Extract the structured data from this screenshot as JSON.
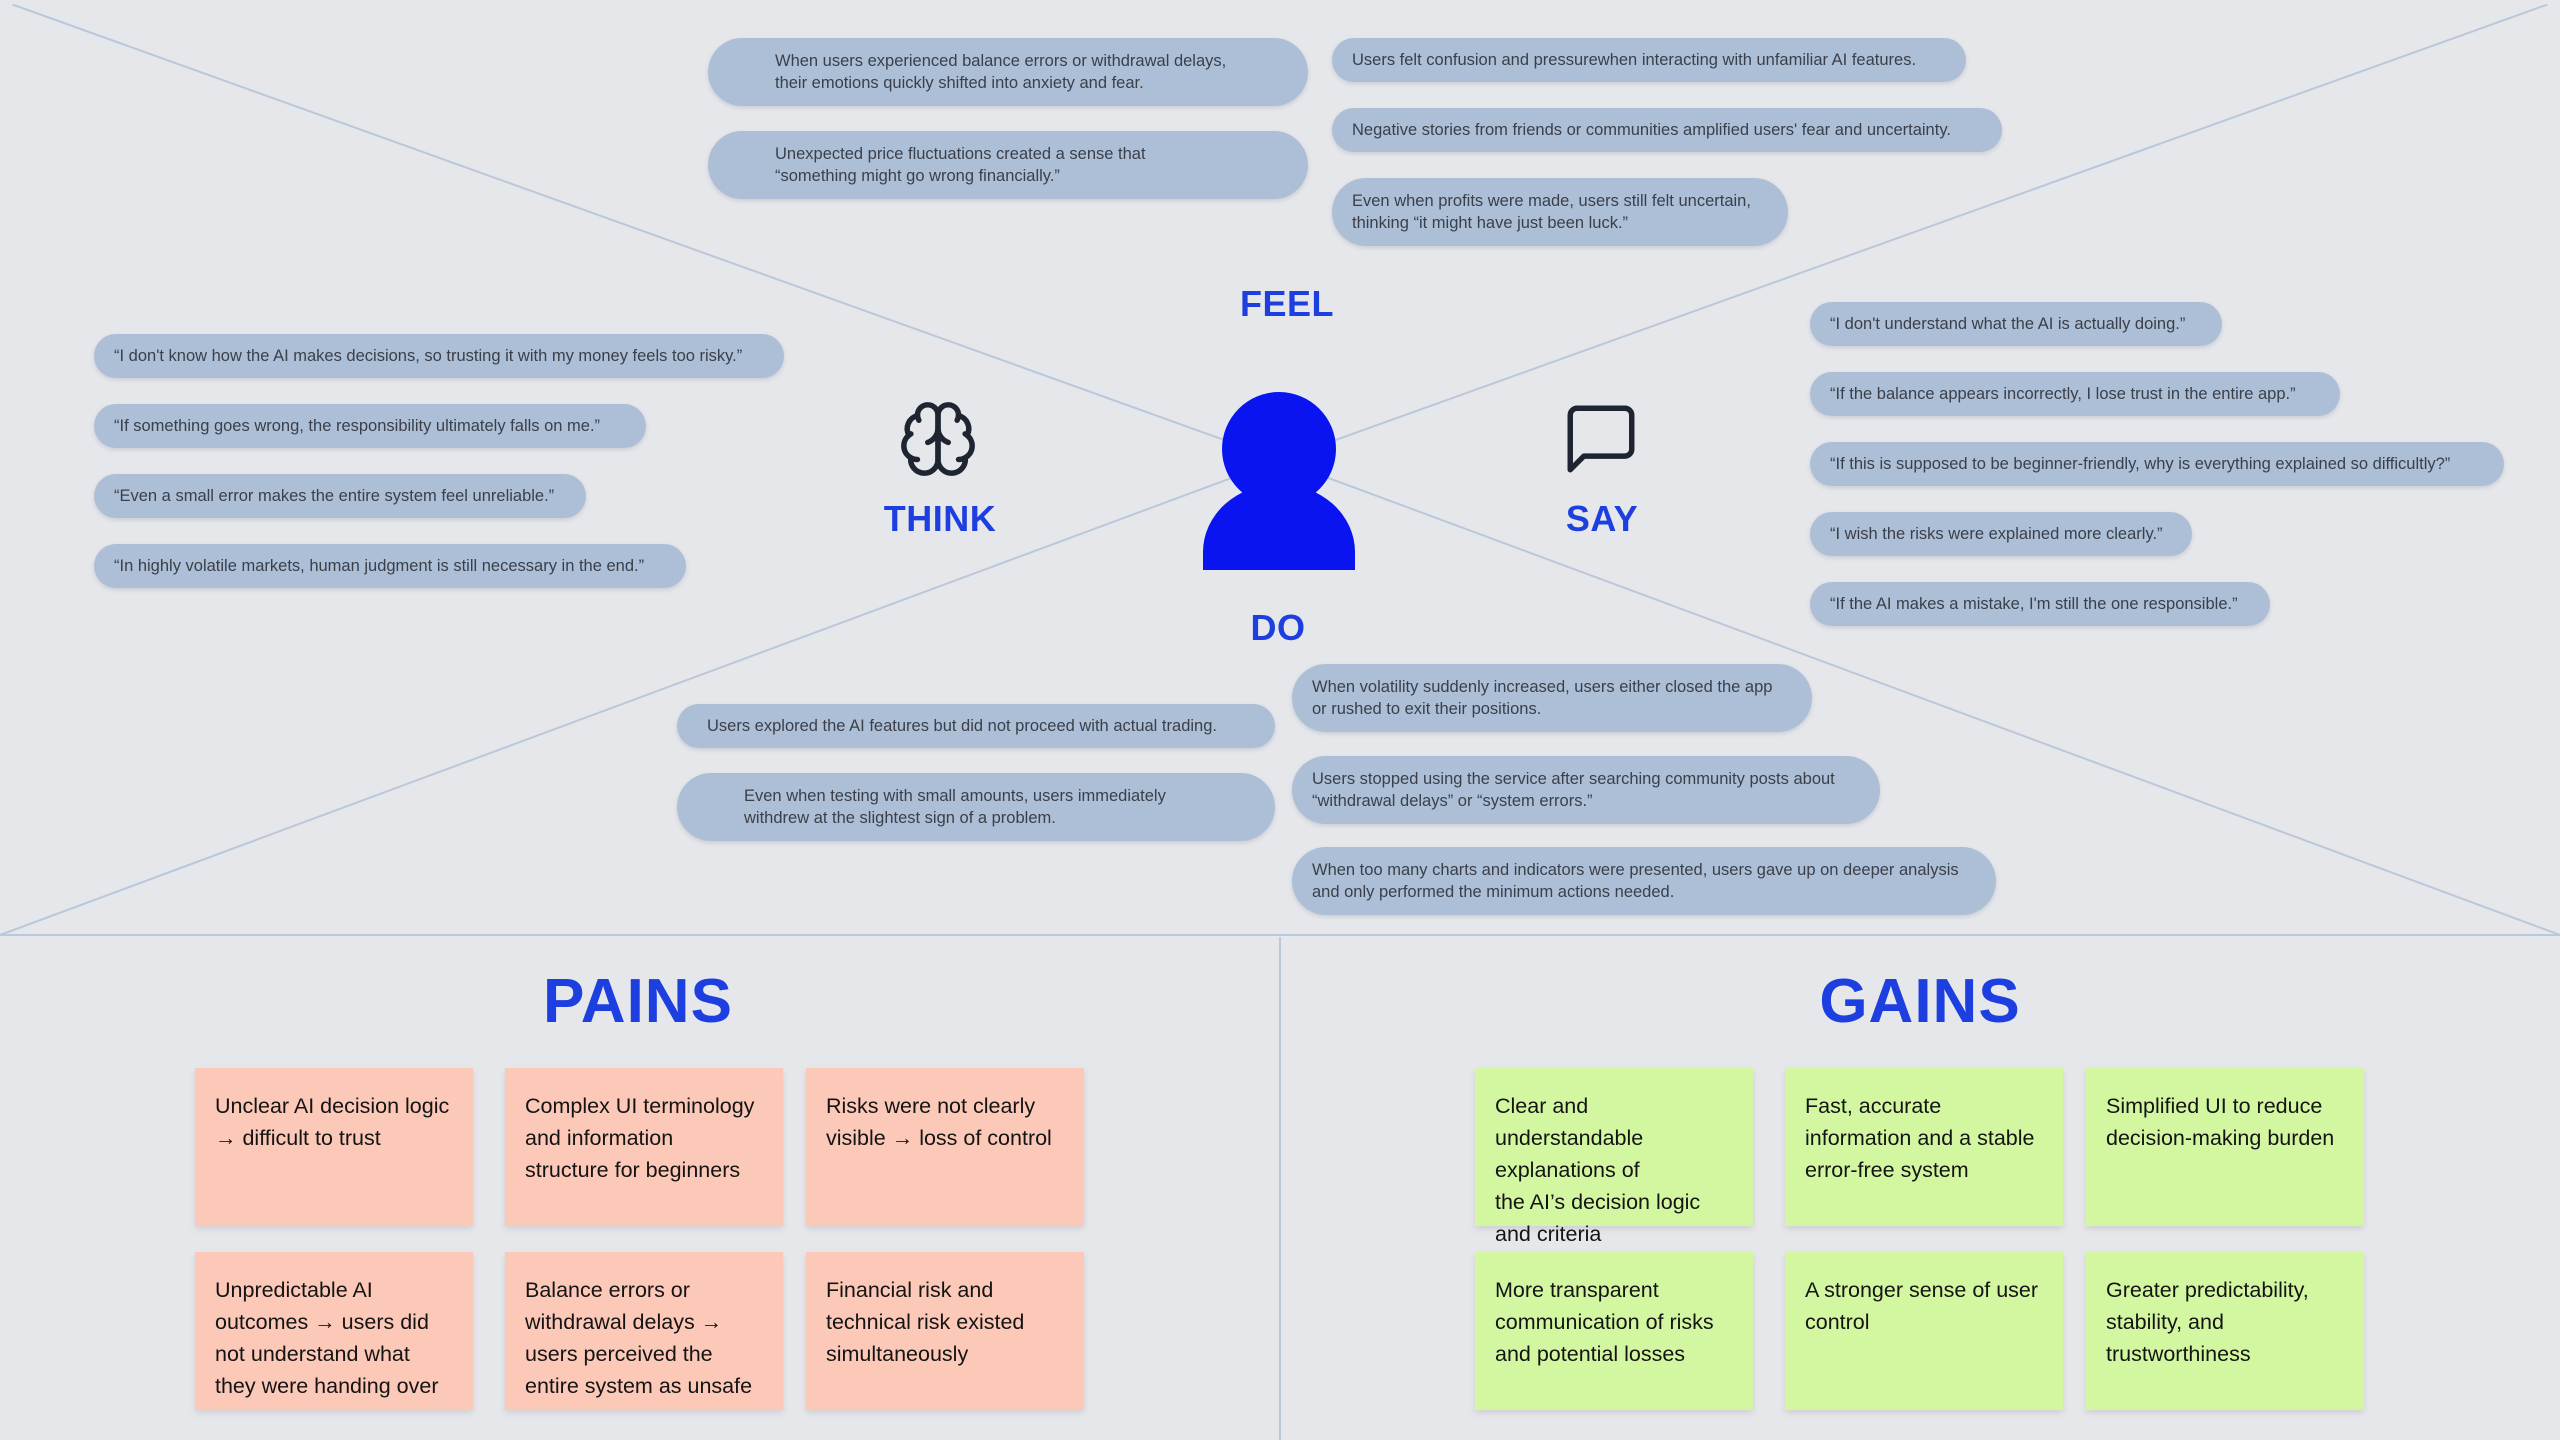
{
  "colors": {
    "background": "#e6e7ea",
    "bubble": "#adbfd7",
    "heading_blue": "#1d3fe0",
    "avatar_blue": "#0a14f0",
    "pain_note": "#fcc8b7",
    "gain_note": "#d3f7a0",
    "divider": "#b9c8dc"
  },
  "empathy_map": {
    "feel": {
      "label": "FEEL",
      "items": [
        "When users experienced balance errors or withdrawal delays,\ntheir emotions quickly shifted into anxiety and fear.",
        "Unexpected price fluctuations created a sense that\n“something might go wrong financially.”",
        "Users felt confusion and pressurewhen interacting with unfamiliar AI features.",
        "Negative stories from friends or communities amplified users' fear and uncertainty.",
        "Even when profits were made, users still felt uncertain,\nthinking “it might have just been luck.”"
      ]
    },
    "think": {
      "label": "THINK",
      "icon": "brain-icon",
      "items": [
        "“I don't know how the AI makes decisions, so trusting it with my money feels too risky.”",
        "“If something goes wrong, the responsibility ultimately falls on me.”",
        "“Even a small error makes the entire system feel unreliable.”",
        "“In highly volatile markets, human judgment is still necessary in the end.”"
      ]
    },
    "say": {
      "label": "SAY",
      "icon": "speech-bubble-icon",
      "items": [
        "“I don't understand what the AI is actually doing.”",
        "“If the balance appears incorrectly,  I lose trust in the entire app.”",
        "“If this is supposed to be beginner-friendly, why is everything explained so difficultly?”",
        "“I wish the risks were explained more clearly.”",
        "“If the AI makes a mistake, I'm still the one responsible.”"
      ]
    },
    "do": {
      "label": "DO",
      "items": [
        "Users explored the AI features  but did not proceed with actual trading.",
        "Even when testing with small amounts, users immediately\nwithdrew at the slightest sign of a problem.",
        "When volatility suddenly increased, users either closed the app\n or rushed to exit their positions.",
        "Users stopped using the service after searching community posts about\n “withdrawal delays” or “system errors.”",
        "When too many charts and indicators were presented, users gave up on deeper analysis\n and only performed the minimum actions needed."
      ]
    },
    "center_icon": "user-avatar-icon"
  },
  "pains": {
    "title": "PAINS",
    "notes": [
      "Unclear AI decision logic\n→ difficult to trust",
      " Complex UI terminology\nand information\nstructure for beginners",
      " Risks were not clearly\nvisible → loss of control",
      "Unpredictable AI\noutcomes → users did\nnot understand what\nthey were handing over",
      " Balance errors or\nwithdrawal delays →\nusers perceived the\nentire system as unsafe",
      " Financial risk and\ntechnical risk existed\nsimultaneously"
    ]
  },
  "gains": {
    "title": "GAINS",
    "notes": [
      "Clear and understandable\n explanations of\nthe AI’s decision logic\nand criteria",
      " Fast, accurate\ninformation and a stable\nerror-free system",
      " Simplified UI to reduce\ndecision-making burden",
      " More transparent\ncommunication of risks\nand potential losses",
      " A stronger sense of user\ncontrol",
      "Greater predictability,\nstability, and\ntrustworthiness"
    ]
  }
}
